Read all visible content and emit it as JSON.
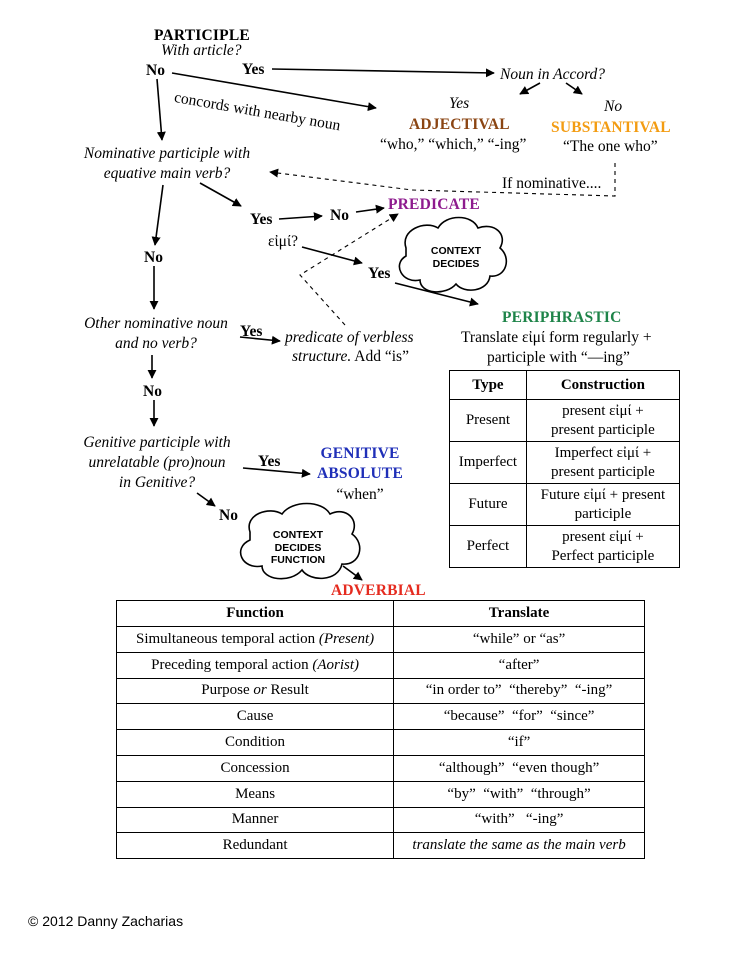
{
  "flowchart": {
    "participle": "PARTICIPLE",
    "with_article": "With article?",
    "no_1": "No",
    "yes_1": "Yes",
    "noun_in_accord": "Noun in Accord?",
    "concords": "concords with nearby noun",
    "yes_2": "Yes",
    "no_2": "No",
    "adjectival": "ADJECTIVAL",
    "adjectival_examples": "“who,” “which,” “-ing”",
    "substantival": "SUBSTANTIVAL",
    "substantival_example": "“The one who”",
    "nominative_q_line1": "Nominative participle with",
    "nominative_q_line2": "equative main verb?",
    "if_nominative": "If nominative....",
    "yes_3": "Yes",
    "no_3": "No",
    "predicate": "PREDICATE",
    "eimi_q": "εἰμί?",
    "yes_4": "Yes",
    "context_decides": [
      "CONTEXT",
      "DECIDES"
    ],
    "no_4": "No",
    "periphrastic": "PERIPHRASTIC",
    "periphrastic_line1": "Translate εἰμί form regularly +",
    "periphrastic_line2": "participle with “—ing”",
    "other_nom_line1": "Other nominative noun",
    "other_nom_line2": "and no verb?",
    "yes_5": "Yes",
    "verbless_line1": "predicate of verbless",
    "verbless_line2_italic": "structure.",
    "verbless_line2_rest": " Add “is”",
    "no_5": "No",
    "genitive_q_line1": "Genitive participle with",
    "genitive_q_line2": "unrelatable (pro)noun",
    "genitive_q_line3": "in Genitive?",
    "yes_6": "Yes",
    "genitive_line1": "GENITIVE",
    "genitive_line2": "ABSOLUTE",
    "genitive_example": "“when”",
    "no_6": "No",
    "context_decides_function": [
      "CONTEXT",
      "DECIDES",
      "FUNCTION"
    ],
    "adverbial": "ADVERBIAL"
  },
  "colors": {
    "adjectival": "#8B4513",
    "substantival": "#F39C12",
    "predicate": "#8E1B8E",
    "periphrastic": "#1E8449",
    "genitive": "#1F2FB8",
    "adverbial": "#E52B1F"
  },
  "periphrastic_table": {
    "headers": [
      "Type",
      "Construction"
    ],
    "rows": [
      [
        "Present",
        "present εἰμί +",
        "present participle"
      ],
      [
        "Imperfect",
        "Imperfect εἰμί +",
        "present participle"
      ],
      [
        "Future",
        "Future εἰμί + present",
        "participle"
      ],
      [
        "Perfect",
        "present εἰμί +",
        "Perfect participle"
      ]
    ]
  },
  "adverbial_table": {
    "headers": [
      "Function",
      "Translate"
    ],
    "rows": [
      {
        "function": "Simultaneous temporal action ",
        "function_note": "(Present)",
        "translate": "“while” or “as”"
      },
      {
        "function": "Preceding temporal action ",
        "function_note": "(Aorist)",
        "translate": "“after”"
      },
      {
        "function": "Purpose ",
        "function_note": "or",
        "function_tail": " Result",
        "translate": "“in order to”  “thereby”  “-ing”"
      },
      {
        "function": "Cause",
        "translate": "“because”  “for”  “since”"
      },
      {
        "function": "Condition",
        "translate": "“if”"
      },
      {
        "function": "Concession",
        "translate": "“although”  “even though”"
      },
      {
        "function": "Means",
        "translate": "“by”  “with”  “through”"
      },
      {
        "function": "Manner",
        "translate": "“with”   “-ing”"
      },
      {
        "function": "Redundant",
        "translate": "translate the same as the main verb",
        "translate_italic": true
      }
    ]
  },
  "footer": "© 2012 Danny Zacharias"
}
